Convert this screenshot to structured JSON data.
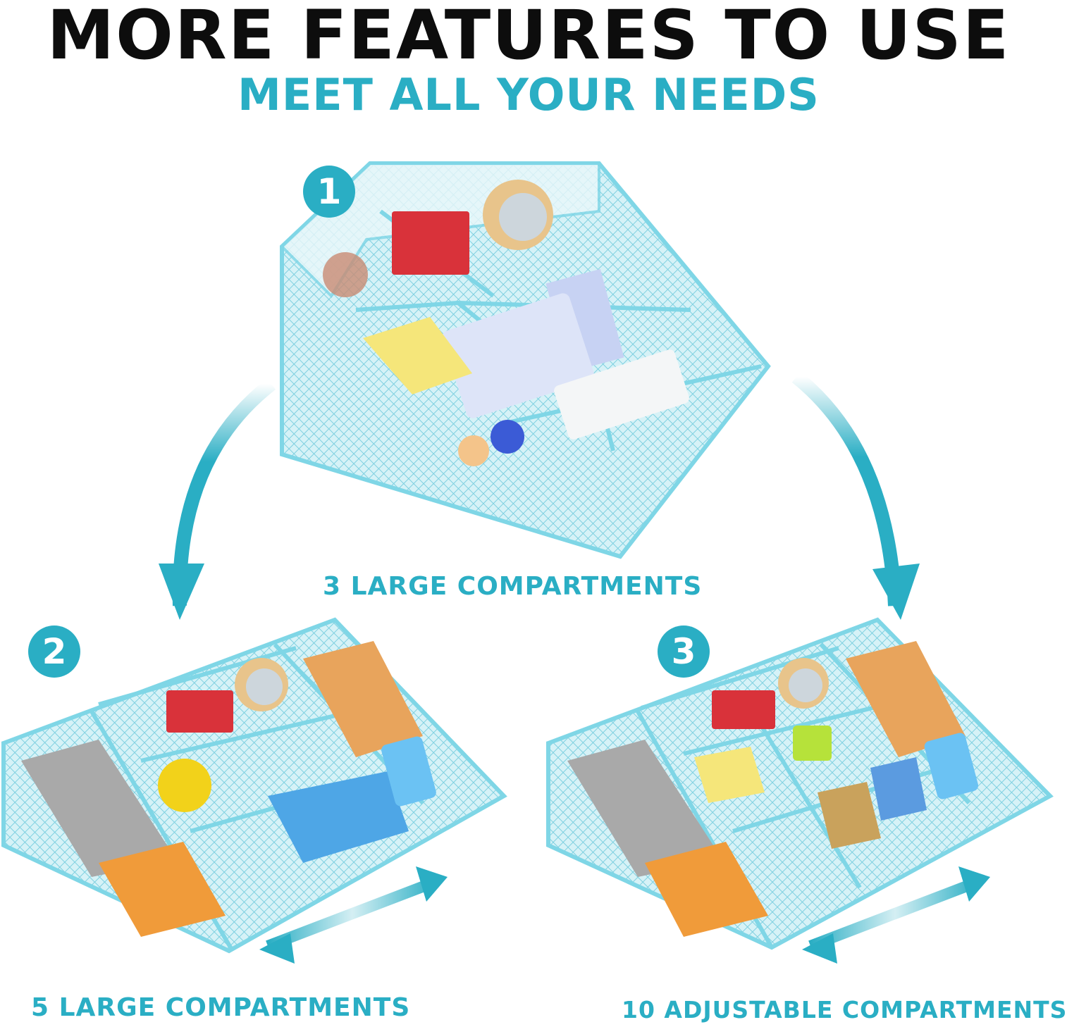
{
  "header": {
    "title": "MORE FEATURES TO USE",
    "subtitle": "MEET ALL YOUR NEEDS"
  },
  "options": [
    {
      "number": "1",
      "caption": "3 LARGE COMPARTMENTS"
    },
    {
      "number": "2",
      "caption": "5 LARGE COMPARTMENTS"
    },
    {
      "number": "3",
      "caption": "10 ADJUSTABLE COMPARTMENTS"
    }
  ],
  "colors": {
    "accent": "#2aaec4",
    "tray_frame": "#7fd6e6",
    "tray_mesh": "#bfeaf3",
    "title": "#0d0d0d"
  },
  "icons": [
    "curved-arrow-icon",
    "double-arrow-icon",
    "number-badge-icon"
  ]
}
